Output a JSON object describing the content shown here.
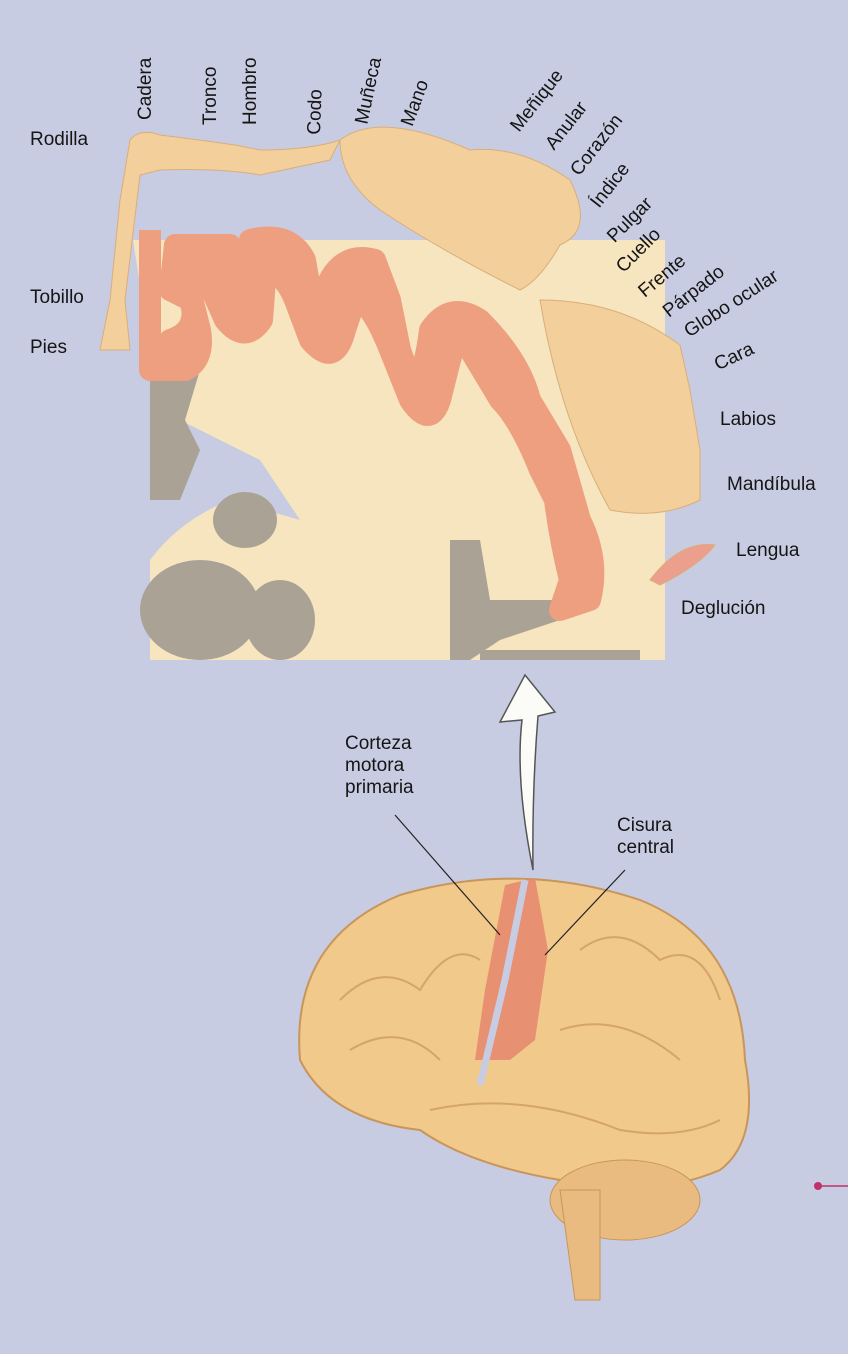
{
  "motor_map_labels": {
    "rodilla": "Rodilla",
    "tobillo": "Tobillo",
    "pies": "Pies",
    "cadera": "Cadera",
    "tronco": "Tronco",
    "hombro": "Hombro",
    "codo": "Codo",
    "muneca": "Muñeca",
    "mano": "Mano",
    "menique": "Meñique",
    "anular": "Anular",
    "corazon": "Corazón",
    "indice": "Índice",
    "pulgar": "Pulgar",
    "cuello": "Cuello",
    "frente": "Frente",
    "parpado": "Párpado",
    "globo_ocular": "Globo ocular",
    "cara": "Cara",
    "labios": "Labios",
    "mandibula": "Mandíbula",
    "lengua": "Lengua",
    "deglucion": "Deglución"
  },
  "brain_labels": {
    "corteza": [
      "Corteza",
      "motora",
      "primaria"
    ],
    "cisura": [
      "Cisura",
      "central"
    ]
  },
  "colors": {
    "background": "#c8cce2",
    "white_matter": "#f6e5bf",
    "cortex": "#ee9f80",
    "gray_nuclei": "#aaa294",
    "brain": "#f1c98a"
  }
}
